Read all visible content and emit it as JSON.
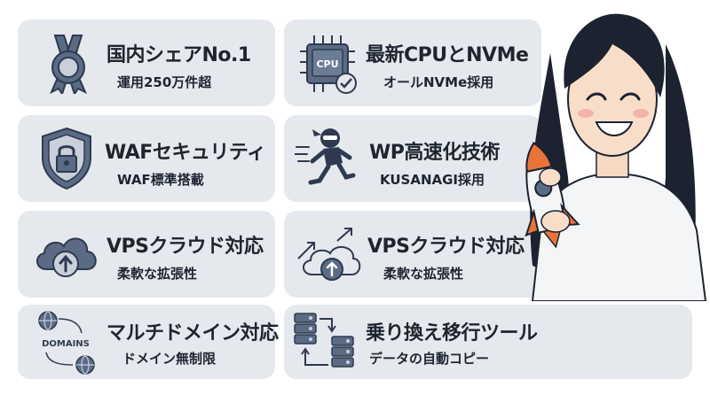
{
  "colors": {
    "card_bg": "#e5e8ed",
    "icon_fill": "#5b6b85",
    "icon_stroke": "#2e3a4f",
    "text": "#1e2430",
    "rocket_orange": "#e9743a"
  },
  "features": [
    {
      "title": "国内シェアNo.1",
      "subtitle": "運用250万件超",
      "icon": "award-medal-icon"
    },
    {
      "title": "最新CPUとNVMe",
      "subtitle": "オールNVMe採用",
      "icon": "cpu-chip-icon",
      "icon_text": "CPU"
    },
    {
      "title": "WAFセキュリティ",
      "subtitle": "WAF標準搭載",
      "icon": "shield-lock-icon"
    },
    {
      "title": "WP高速化技術",
      "subtitle": "KUSANAGI採用",
      "icon": "running-ninja-icon"
    },
    {
      "title": "VPSクラウド対応",
      "subtitle": "柔軟な拡張性",
      "icon": "cloud-upload-icon"
    },
    {
      "title": "VPSクラウド対応",
      "subtitle": "柔軟な拡張性",
      "icon": "cloud-scale-icon"
    },
    {
      "title": "マルチドメイン対応",
      "subtitle": "ドメイン無制限",
      "icon": "domains-globe-icon",
      "icon_text": "DOMAINS"
    },
    {
      "title": "乗り換え移行ツール",
      "subtitle": "データの自動コピー",
      "icon": "server-migration-icon"
    }
  ]
}
